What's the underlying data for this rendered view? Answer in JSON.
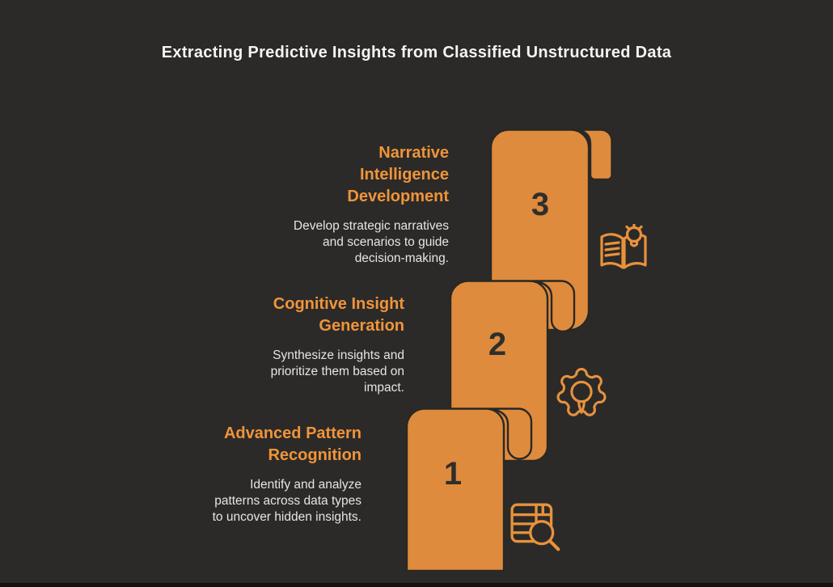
{
  "title": "Extracting Predictive Insights from Classified Unstructured Data",
  "colors": {
    "background": "#2b2a28",
    "ribbon_fill": "#df8b3d",
    "ribbon_outline": "#292824",
    "heading_orange": "#f0943a",
    "body_text": "#e6e5e1",
    "number_dark": "#2f2e2b",
    "icon_stroke": "#e8923c",
    "title_text": "#f5f4f2",
    "letterbox": "#131211"
  },
  "steps": [
    {
      "number": "1",
      "title": "Advanced Pattern Recognition",
      "title_lines": [
        "Advanced Pattern",
        "Recognition"
      ],
      "description": "Identify and analyze patterns across data types to uncover hidden insights.",
      "description_lines": [
        "Identify and analyze",
        "patterns across data types",
        "to uncover hidden insights."
      ],
      "icon": "table-search-icon"
    },
    {
      "number": "2",
      "title": "Cognitive Insight Generation",
      "title_lines": [
        "Cognitive Insight",
        "Generation"
      ],
      "description": "Synthesize insights and prioritize them based on impact.",
      "description_lines": [
        "Synthesize insights and",
        "prioritize them based on",
        "impact."
      ],
      "icon": "gear-lightbulb-icon"
    },
    {
      "number": "3",
      "title": "Narrative Intelligence Development",
      "title_lines": [
        "Narrative",
        "Intelligence",
        "Development"
      ],
      "description": "Develop strategic narratives and scenarios to guide decision-making.",
      "description_lines": [
        "Develop strategic narratives",
        "and scenarios to guide",
        "decision-making."
      ],
      "icon": "book-lightbulb-icon"
    }
  ]
}
